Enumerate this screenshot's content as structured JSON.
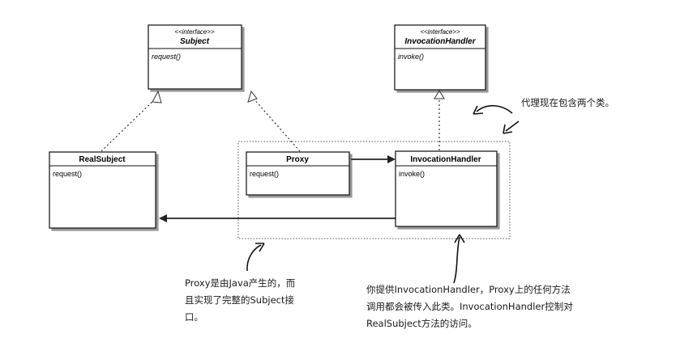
{
  "diagram": {
    "classes": {
      "subject": {
        "stereotype": "<<interface>>",
        "name": "Subject",
        "method": "request()"
      },
      "invocation_handler_interface": {
        "stereotype": "<<interface>>",
        "name": "InvocationHandler",
        "method": "invoke()"
      },
      "real_subject": {
        "name": "RealSubject",
        "method": "request()"
      },
      "proxy": {
        "name": "Proxy",
        "method": "request()"
      },
      "invocation_handler": {
        "name": "InvocationHandler",
        "method": "invoke()"
      }
    },
    "notes": {
      "top_right": "代理现在包含两个类。",
      "bottom_left": [
        "Proxy是由Java产生的，而",
        "且实现了完整的Subject接",
        "口。"
      ],
      "bottom_right": [
        "你提供InvocationHandler，Proxy上的任何方法",
        "调用都会被传入此类。InvocationHandler控制对",
        "RealSubject方法的访问。"
      ]
    }
  }
}
